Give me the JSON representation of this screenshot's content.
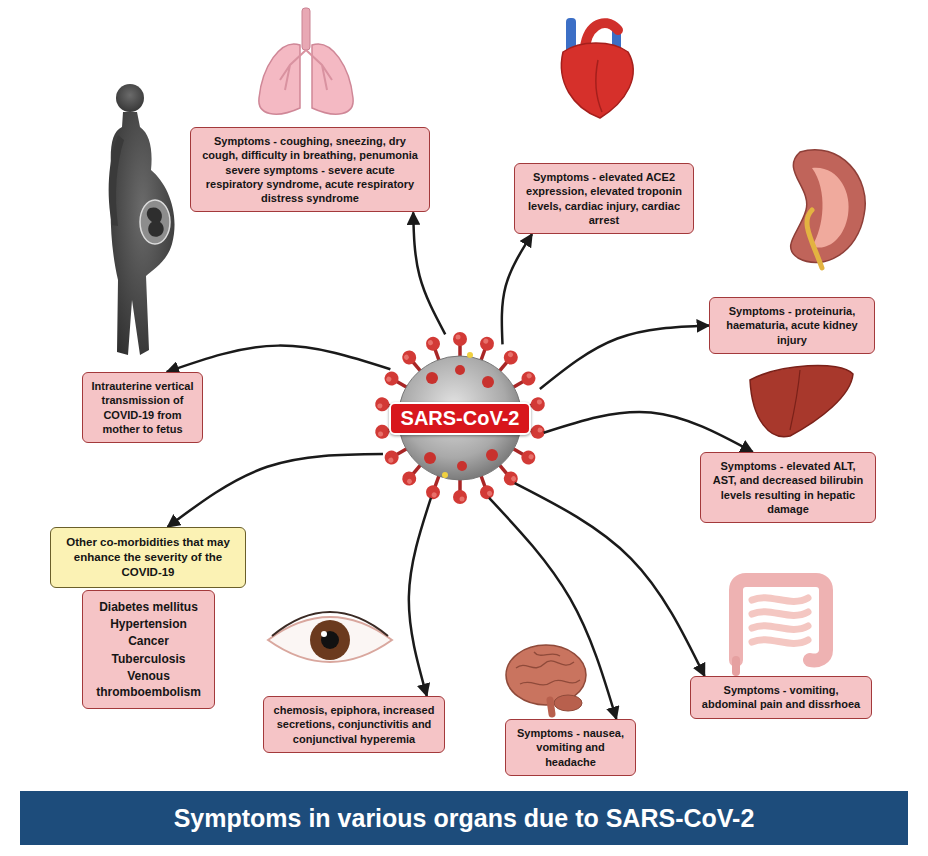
{
  "diagram": {
    "title": "Symptoms in various organs due to SARS-CoV-2",
    "nodes": [
      {
        "text": [
          "Symptoms - coughing, sneezing, dry cough, difficulty in breathing, penumonia",
          "severe symptoms - severe acute respiratory syndrome, acute respiratory distress syndrome"
        ]
      },
      {
        "text": [
          "Symptoms - elevated ACE2 expression, elevated troponin levels, cardiac injury, cardiac arrest"
        ]
      },
      {
        "text": [
          "Symptoms - proteinuria, haematuria, acute kidney injury"
        ]
      },
      {
        "text": [
          "Intrauterine vertical transmission of COVID-19 from mother to fetus"
        ]
      },
      {
        "text": [
          "SARS-CoV-2"
        ]
      },
      {
        "text": [
          "Symptoms - elevated ALT, AST, and decreased bilirubin levels resulting in hepatic damage"
        ]
      },
      {
        "text": [
          "Other co-morbidities that may enhance the severity of the COVID-19"
        ]
      },
      {
        "text": [
          "Diabetes mellitus",
          "Hypertension",
          "Cancer",
          "Tuberculosis",
          "Venous thromboembolism"
        ]
      },
      {
        "text": [
          "chemosis, epiphora, increased secretions, conjunctivitis and conjunctival hyperemia"
        ]
      },
      {
        "text": [
          "Symptoms - nausea, vomiting and headache"
        ]
      },
      {
        "text": [
          "Symptoms - vomiting, abdominal pain and dissrhoea"
        ]
      }
    ],
    "edges": [
      {
        "from": 4,
        "to": 0,
        "arrow": "to"
      },
      {
        "from": 4,
        "to": 1,
        "arrow": "to"
      },
      {
        "from": 4,
        "to": 2,
        "arrow": "to"
      },
      {
        "from": 4,
        "to": 5,
        "arrow": "to"
      },
      {
        "from": 4,
        "to": 10,
        "arrow": "to"
      },
      {
        "from": 4,
        "to": 9,
        "arrow": "to"
      },
      {
        "from": 4,
        "to": 8,
        "arrow": "to"
      },
      {
        "from": 4,
        "to": 6,
        "arrow": "to"
      },
      {
        "from": 4,
        "to": 3,
        "arrow": "to"
      }
    ]
  }
}
